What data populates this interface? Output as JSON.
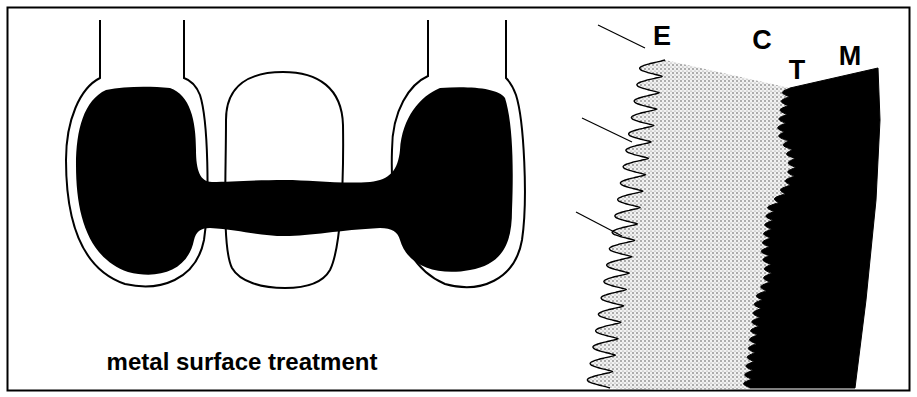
{
  "diagram": {
    "caption": "metal surface treatment",
    "labels": [
      "E",
      "C",
      "T",
      "M"
    ]
  }
}
